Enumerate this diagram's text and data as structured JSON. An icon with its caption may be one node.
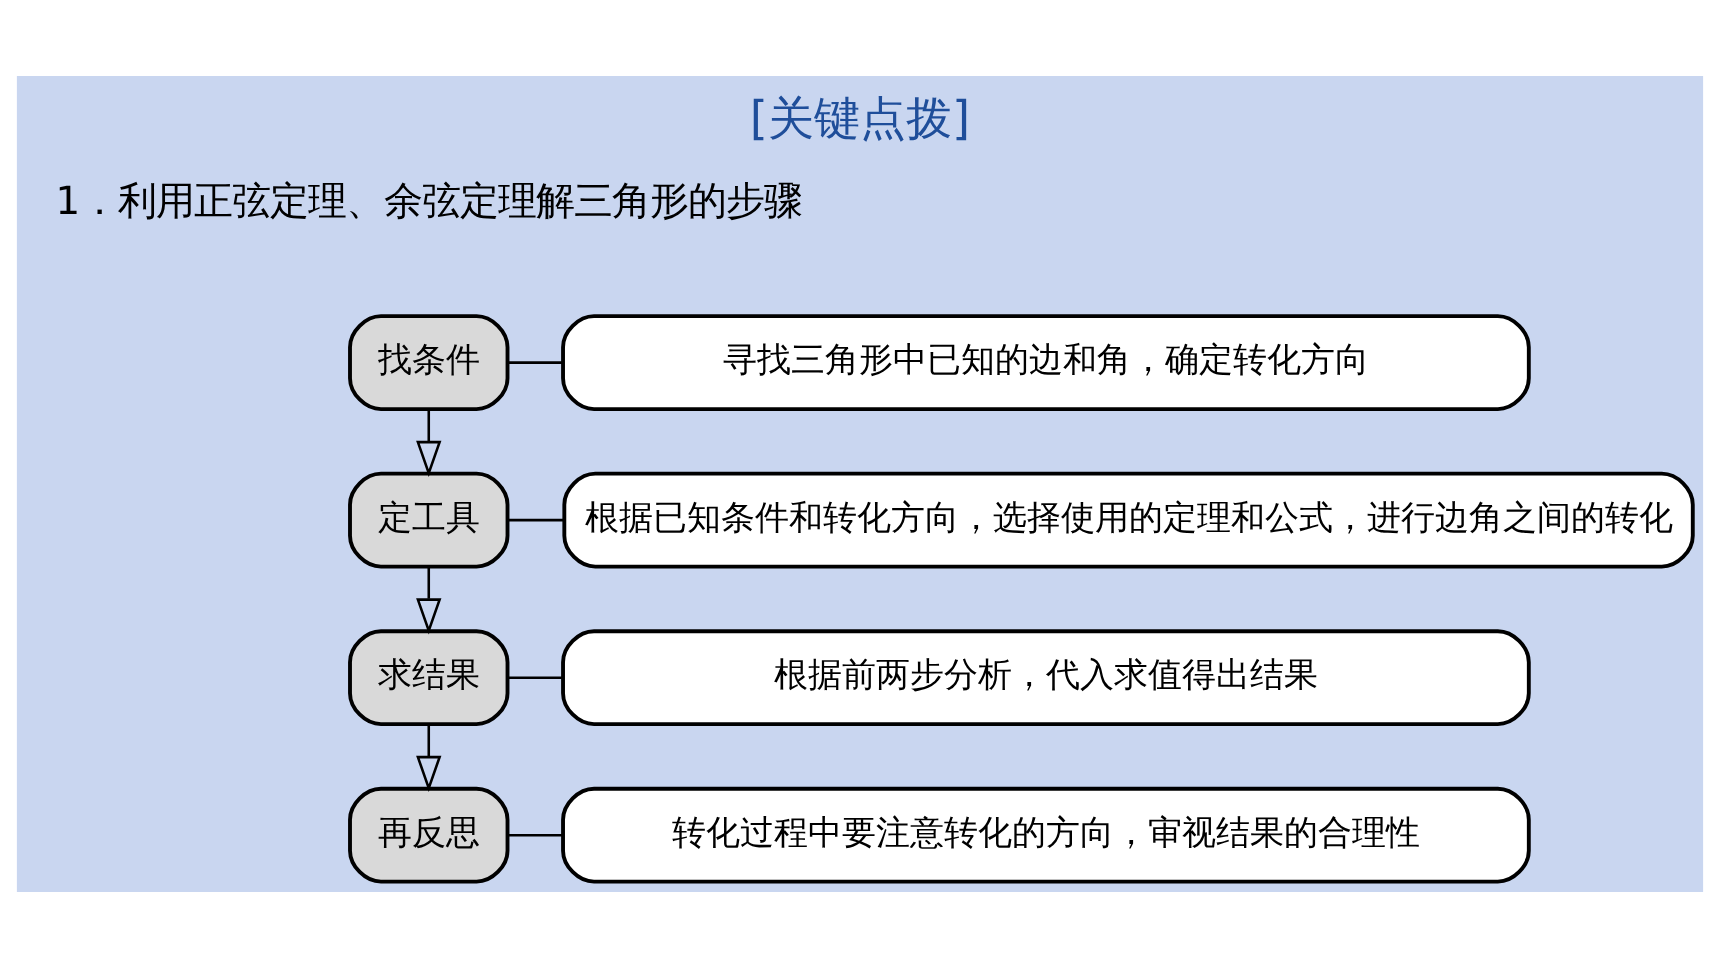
{
  "diagram": {
    "title": "[关键点拨]",
    "nodes": [
      {
        "text": [
          "找条件"
        ]
      },
      {
        "text": [
          "寻找三角形中已知的边和角，确定转化方向"
        ]
      },
      {
        "text": [
          "定工具"
        ]
      },
      {
        "text": [
          "根据已知条件和转化方向，选择使用的定理和公式，进行边角之间的转化"
        ]
      },
      {
        "text": [
          "求结果"
        ]
      },
      {
        "text": [
          "根据前两步分析，代入求值得出结果"
        ]
      },
      {
        "text": [
          "再反思"
        ]
      },
      {
        "text": [
          "转化过程中要注意转化的方向，审视结果的合理性"
        ]
      }
    ],
    "edges": [
      {
        "from": 0,
        "to": 1,
        "arrow": "none"
      },
      {
        "from": 2,
        "to": 3,
        "arrow": "none"
      },
      {
        "from": 4,
        "to": 5,
        "arrow": "none"
      },
      {
        "from": 6,
        "to": 7,
        "arrow": "none"
      },
      {
        "from": 0,
        "to": 2,
        "arrow": "to"
      },
      {
        "from": 2,
        "to": 4,
        "arrow": "to"
      },
      {
        "from": 4,
        "to": 6,
        "arrow": "to"
      }
    ],
    "labels": [
      "1．利用正弦定理、余弦定理解三角形的步骤"
    ]
  }
}
